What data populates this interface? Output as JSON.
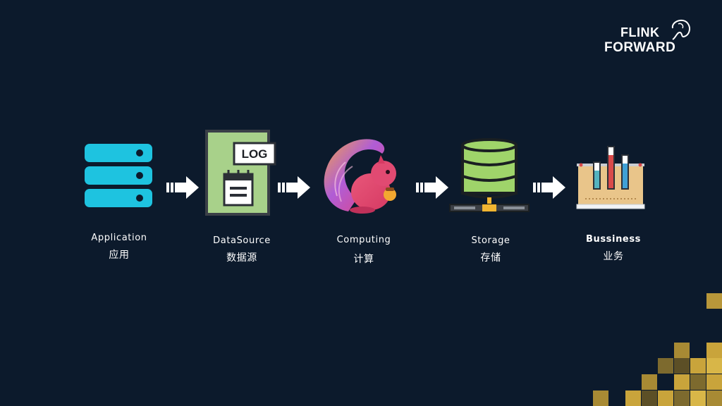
{
  "brand": {
    "line1": "FLINK",
    "line2": "FORWARD"
  },
  "flow": [
    {
      "en": "Application",
      "cn": "应用",
      "icon": "server-icon"
    },
    {
      "en": "DataSource",
      "cn": "数据源",
      "icon": "log-document-icon",
      "badge": "LOG"
    },
    {
      "en": "Computing",
      "cn": "计算",
      "icon": "flink-squirrel-icon"
    },
    {
      "en": "Storage",
      "cn": "存储",
      "icon": "database-icon"
    },
    {
      "en": "Bussiness",
      "cn": "业务",
      "icon": "bar-chart-icon"
    }
  ],
  "colors": {
    "background": "#0c1a2c",
    "server": "#1ec3e0",
    "log_doc": "#a8d18a",
    "database": "#9fd46a",
    "tiles_gold": "#c9a43b"
  }
}
